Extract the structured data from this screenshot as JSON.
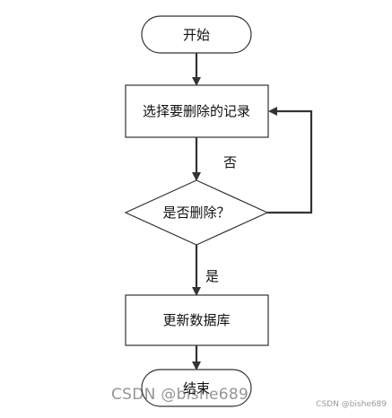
{
  "nodes": {
    "start": "开始",
    "select": "选择要删除的记录",
    "decision": "是否删除？",
    "update": "更新数据库",
    "end": "结束"
  },
  "edge_labels": {
    "no": "否",
    "yes": "是"
  },
  "watermarks": {
    "center": "CSDN @bishe689",
    "corner": "CSDN @bishe689"
  },
  "colors": {
    "stroke": "#333333",
    "arrow": "#333333",
    "background": "#ffffff"
  }
}
